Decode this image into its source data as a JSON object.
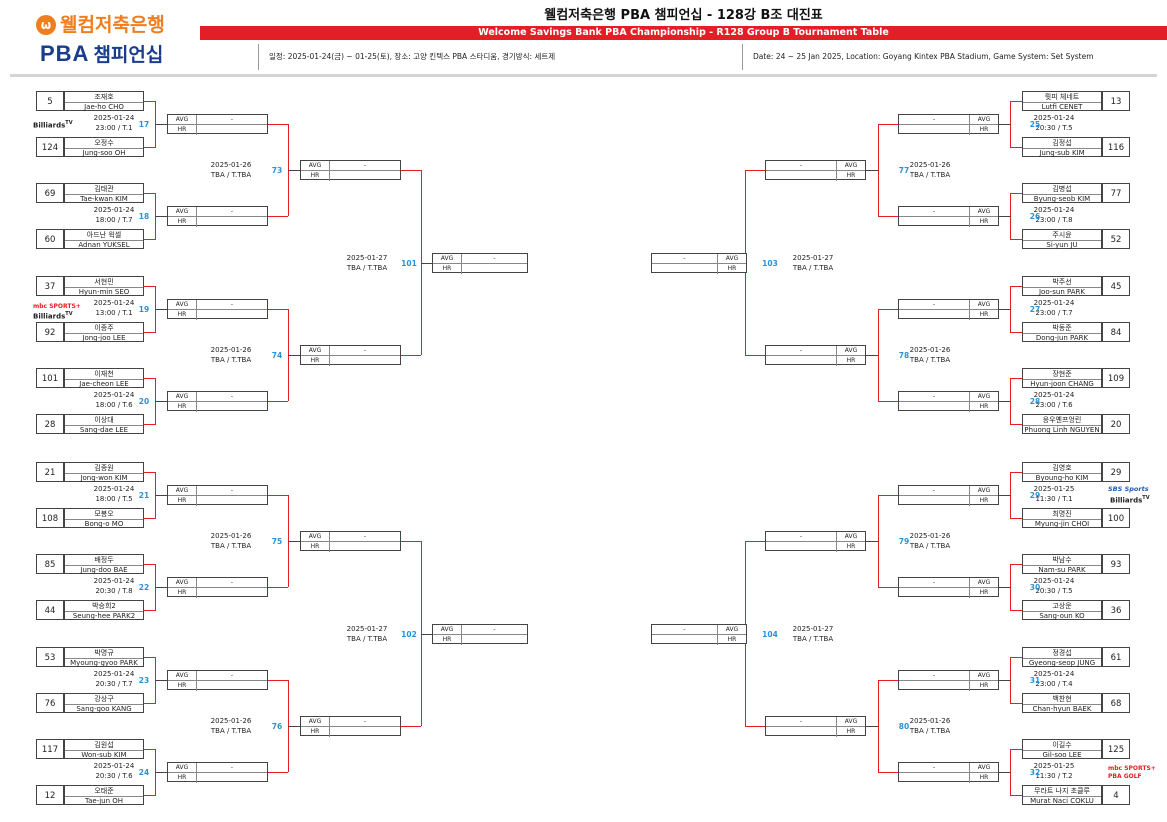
{
  "header": {
    "logo_top": "웰컴저축은행",
    "logo_bottom_latin": "PBA",
    "logo_bottom_kr": "챔피언십",
    "title": "웰컴저축은행 PBA 챔피언십 - 128강 B조 대진표",
    "banner": "Welcome Savings Bank PBA Championship - R128 Group B Tournament Table",
    "info_kr": "일정: 2025-01-24(금) ~ 01-25(토), 장소: 고양 킨텍스 PBA 스타디움, 경기방식: 세트제",
    "info_en": "Date: 24 ~ 25 Jan 2025, Location: Goyang Kintex PBA Stadium, Game System: Set System"
  },
  "labels": {
    "avg": "AVG",
    "hr": "HR",
    "dash": "-"
  },
  "sponsors": {
    "billiards": "Billiards",
    "tv": "TV",
    "mbc": "mbc SPORTS+",
    "sbs": "SBS Sports",
    "pbagolf": "PBA GOLF"
  },
  "r1_left": [
    {
      "num": "17",
      "date": "2025-01-24",
      "time": "23:00 / T.1",
      "p1": {
        "seed": "5",
        "kr": "조재호",
        "en": "Jae-ho CHO"
      },
      "p2": {
        "seed": "124",
        "kr": "오정수",
        "en": "Jung-soo OH"
      }
    },
    {
      "num": "18",
      "date": "2025-01-24",
      "time": "18:00 / T.7",
      "p1": {
        "seed": "69",
        "kr": "김태관",
        "en": "Tae-kwan KIM"
      },
      "p2": {
        "seed": "60",
        "kr": "아드난 윅셀",
        "en": "Adnan YUKSEL"
      }
    },
    {
      "num": "19",
      "date": "2025-01-24",
      "time": "13:00 / T.1",
      "p1": {
        "seed": "37",
        "kr": "서현민",
        "en": "Hyun-min SEO"
      },
      "p2": {
        "seed": "92",
        "kr": "이종주",
        "en": "Jong-joo LEE"
      }
    },
    {
      "num": "20",
      "date": "2025-01-24",
      "time": "18:00 / T.6",
      "p1": {
        "seed": "101",
        "kr": "이재천",
        "en": "Jae-cheon LEE"
      },
      "p2": {
        "seed": "28",
        "kr": "이상대",
        "en": "Sang-dae LEE"
      }
    },
    {
      "num": "21",
      "date": "2025-01-24",
      "time": "18:00 / T.5",
      "p1": {
        "seed": "21",
        "kr": "김종원",
        "en": "Jong-won KIM"
      },
      "p2": {
        "seed": "108",
        "kr": "모봉오",
        "en": "Bong-o MO"
      }
    },
    {
      "num": "22",
      "date": "2025-01-24",
      "time": "20:30 / T.8",
      "p1": {
        "seed": "85",
        "kr": "배정두",
        "en": "Jung-doo BAE"
      },
      "p2": {
        "seed": "44",
        "kr": "박승희2",
        "en": "Seung-hee PARK2"
      }
    },
    {
      "num": "23",
      "date": "2025-01-24",
      "time": "20:30 / T.7",
      "p1": {
        "seed": "53",
        "kr": "박명규",
        "en": "Myoung-gyoo PARK"
      },
      "p2": {
        "seed": "76",
        "kr": "강상구",
        "en": "Sang-goo KANG"
      }
    },
    {
      "num": "24",
      "date": "2025-01-24",
      "time": "20:30 / T.6",
      "p1": {
        "seed": "117",
        "kr": "김원섭",
        "en": "Won-sub KIM"
      },
      "p2": {
        "seed": "12",
        "kr": "오태준",
        "en": "Tae-jun OH"
      }
    }
  ],
  "r1_right": [
    {
      "num": "25",
      "date": "2025-01-24",
      "time": "20:30 / T.5",
      "p1": {
        "seed": "13",
        "kr": "륏피 체네트",
        "en": "Lutfi CENET"
      },
      "p2": {
        "seed": "116",
        "kr": "김정섭",
        "en": "Jung-sub KIM"
      }
    },
    {
      "num": "26",
      "date": "2025-01-24",
      "time": "23:00 / T.8",
      "p1": {
        "seed": "77",
        "kr": "김병섭",
        "en": "Byung-seob KIM"
      },
      "p2": {
        "seed": "52",
        "kr": "주시윤",
        "en": "Si-yun JU"
      }
    },
    {
      "num": "27",
      "date": "2025-01-24",
      "time": "23:00 / T.7",
      "p1": {
        "seed": "45",
        "kr": "박주선",
        "en": "Joo-sun PARK"
      },
      "p2": {
        "seed": "84",
        "kr": "박동준",
        "en": "Dong-jun PARK"
      }
    },
    {
      "num": "28",
      "date": "2025-01-24",
      "time": "23:00 / T.6",
      "p1": {
        "seed": "109",
        "kr": "장현준",
        "en": "Hyun-joon CHANG"
      },
      "p2": {
        "seed": "20",
        "kr": "응우옌프엉린",
        "en": "Phuong Linh NGUYEN"
      }
    },
    {
      "num": "29",
      "date": "2025-01-25",
      "time": "11:30 / T.1",
      "p1": {
        "seed": "29",
        "kr": "김영호",
        "en": "Byoung-ho KIM"
      },
      "p2": {
        "seed": "100",
        "kr": "최명진",
        "en": "Myung-jin CHOI"
      }
    },
    {
      "num": "30",
      "date": "2025-01-24",
      "time": "20:30 / T.5",
      "p1": {
        "seed": "93",
        "kr": "박남수",
        "en": "Nam-su PARK"
      },
      "p2": {
        "seed": "36",
        "kr": "고상운",
        "en": "Sang-oun KO"
      }
    },
    {
      "num": "31",
      "date": "2025-01-24",
      "time": "23:00 / T.4",
      "p1": {
        "seed": "61",
        "kr": "정경섭",
        "en": "Gyeong-seop JUNG"
      },
      "p2": {
        "seed": "68",
        "kr": "백찬현",
        "en": "Chan-hyun BAEK"
      }
    },
    {
      "num": "32",
      "date": "2025-01-25",
      "time": "11:30 / T.2",
      "p1": {
        "seed": "125",
        "kr": "이길수",
        "en": "Gil-soo LEE"
      },
      "p2": {
        "seed": "4",
        "kr": "무라트 나지 초클루",
        "en": "Murat Naci COKLU"
      }
    }
  ],
  "r2_left": [
    {
      "num": "73",
      "date": "2025-01-26",
      "time": "TBA / T.TBA"
    },
    {
      "num": "74",
      "date": "2025-01-26",
      "time": "TBA / T.TBA"
    },
    {
      "num": "75",
      "date": "2025-01-26",
      "time": "TBA / T.TBA"
    },
    {
      "num": "76",
      "date": "2025-01-26",
      "time": "TBA / T.TBA"
    }
  ],
  "r2_right": [
    {
      "num": "77",
      "date": "2025-01-26",
      "time": "TBA / T.TBA"
    },
    {
      "num": "78",
      "date": "2025-01-26",
      "time": "TBA / T.TBA"
    },
    {
      "num": "79",
      "date": "2025-01-26",
      "time": "TBA / T.TBA"
    },
    {
      "num": "80",
      "date": "2025-01-26",
      "time": "TBA / T.TBA"
    }
  ],
  "r3_left": [
    {
      "num": "101",
      "date": "2025-01-27",
      "time": "TBA / T.TBA"
    },
    {
      "num": "102",
      "date": "2025-01-27",
      "time": "TBA / T.TBA"
    }
  ],
  "r3_right": [
    {
      "num": "103",
      "date": "2025-01-27",
      "time": "TBA / T.TBA"
    },
    {
      "num": "104",
      "date": "2025-01-27",
      "time": "TBA / T.TBA"
    }
  ]
}
